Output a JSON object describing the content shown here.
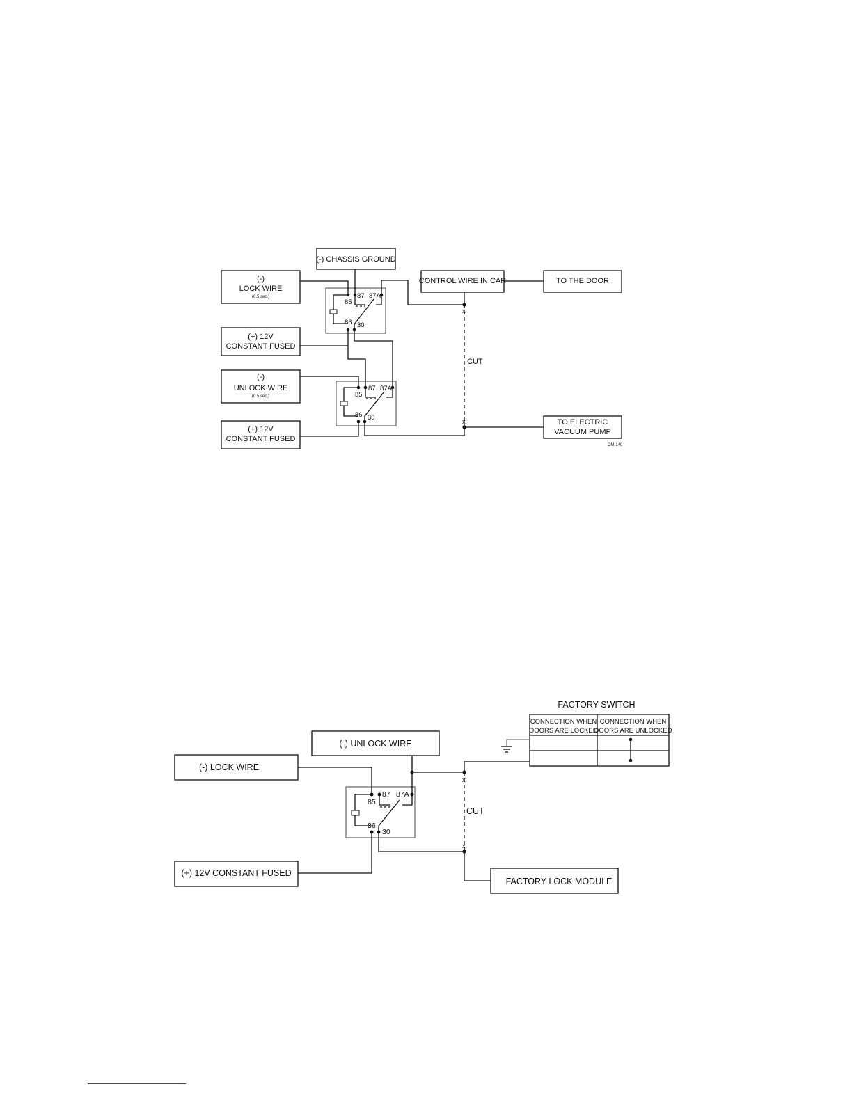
{
  "diagram1": {
    "chassis_ground": "(-) CHASSIS GROUND",
    "lock_wire": {
      "sign": "(-)",
      "label": "LOCK WIRE",
      "note": "(0.5 sec.)"
    },
    "constant_fused_1": {
      "line1": "(+) 12V",
      "line2": "CONSTANT FUSED"
    },
    "unlock_wire": {
      "sign": "(-)",
      "label": "UNLOCK WIRE",
      "note": "(0.5 sec.)"
    },
    "constant_fused_2": {
      "line1": "(+) 12V",
      "line2": "CONSTANT FUSED"
    },
    "control_wire": "CONTROL WIRE IN CAR",
    "to_door": "TO THE DOOR",
    "to_pump": {
      "line1": "TO ELECTRIC",
      "line2": "VACUUM PUMP"
    },
    "cut": "CUT",
    "cut_mark": "x",
    "figure_code": "DM-140",
    "relay_pins": {
      "p87": "87",
      "p87a": "87A",
      "p85": "85",
      "p86": "86",
      "p30": "30"
    }
  },
  "diagram2": {
    "factory_switch_title": "FACTORY SWITCH",
    "col_locked": {
      "line1": "CONNECTION WHEN",
      "line2": "DOORS ARE LOCKED"
    },
    "col_unlocked": {
      "line1": "CONNECTION WHEN",
      "line2": "DOORS ARE UNLOCKED"
    },
    "unlock_wire": "(-)  UNLOCK WIRE",
    "lock_wire": "(-) LOCK WIRE",
    "constant_fused": "(+) 12V CONSTANT FUSED",
    "factory_lock_module": "FACTORY LOCK MODULE",
    "cut": "CUT",
    "cut_mark": "x",
    "relay_pins": {
      "p87": "87",
      "p87a": "87A",
      "p85": "85",
      "p86": "86",
      "p30": "30"
    }
  }
}
